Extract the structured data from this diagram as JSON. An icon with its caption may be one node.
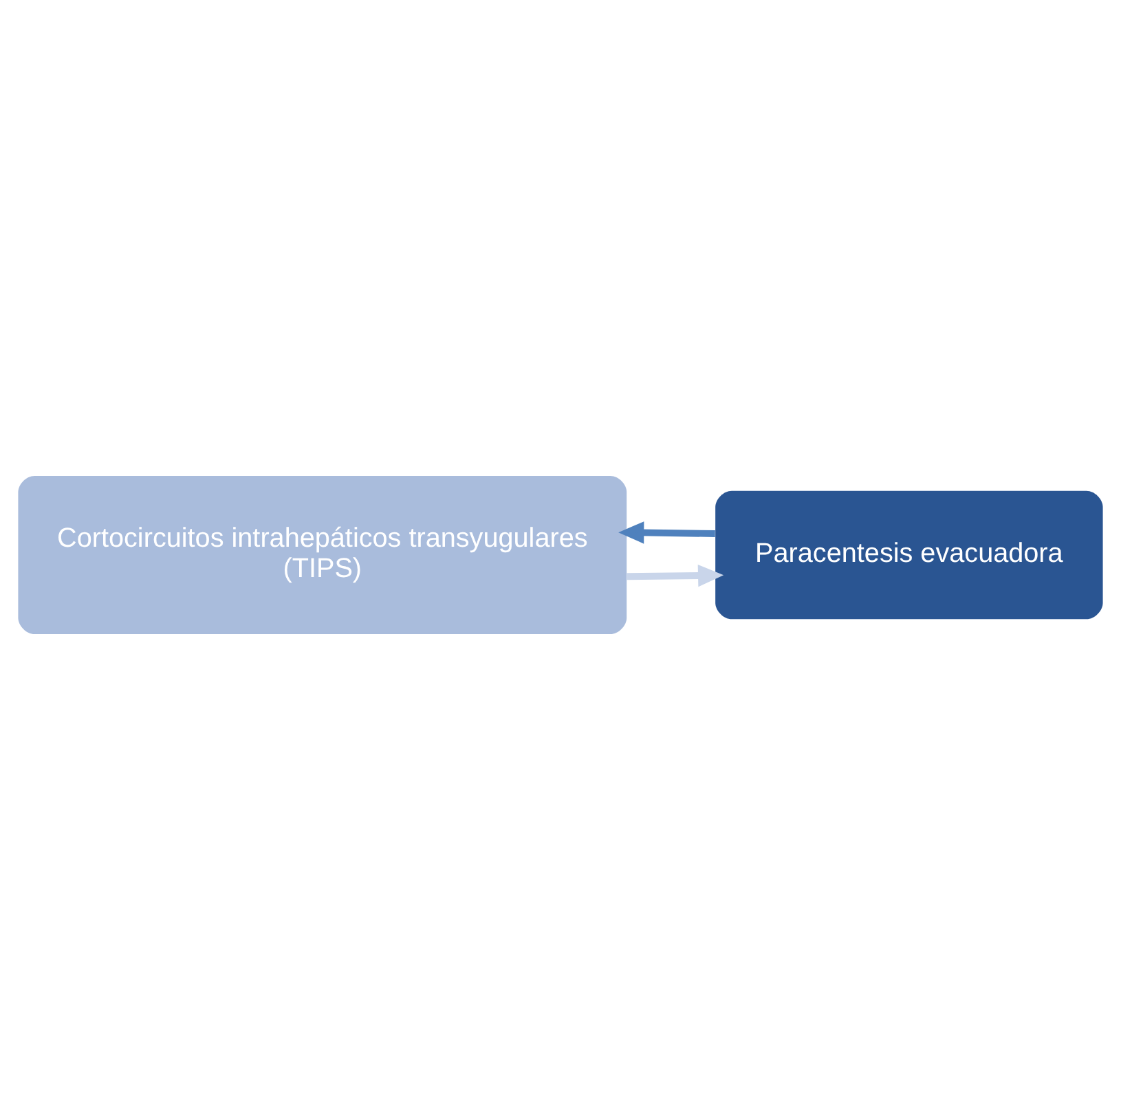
{
  "diagram": {
    "nodes": [
      {
        "text": [
          "Cortocircuitos intrahepáticos transyugulares",
          "(TIPS)"
        ]
      },
      {
        "text": [
          "Paracentesis evacuadora"
        ]
      }
    ],
    "edges": [
      {
        "from": 0,
        "to": 1,
        "arrow": "to",
        "color": "#c9d5ea"
      },
      {
        "from": 1,
        "to": 0,
        "arrow": "to",
        "color": "#4f81bd"
      }
    ]
  }
}
